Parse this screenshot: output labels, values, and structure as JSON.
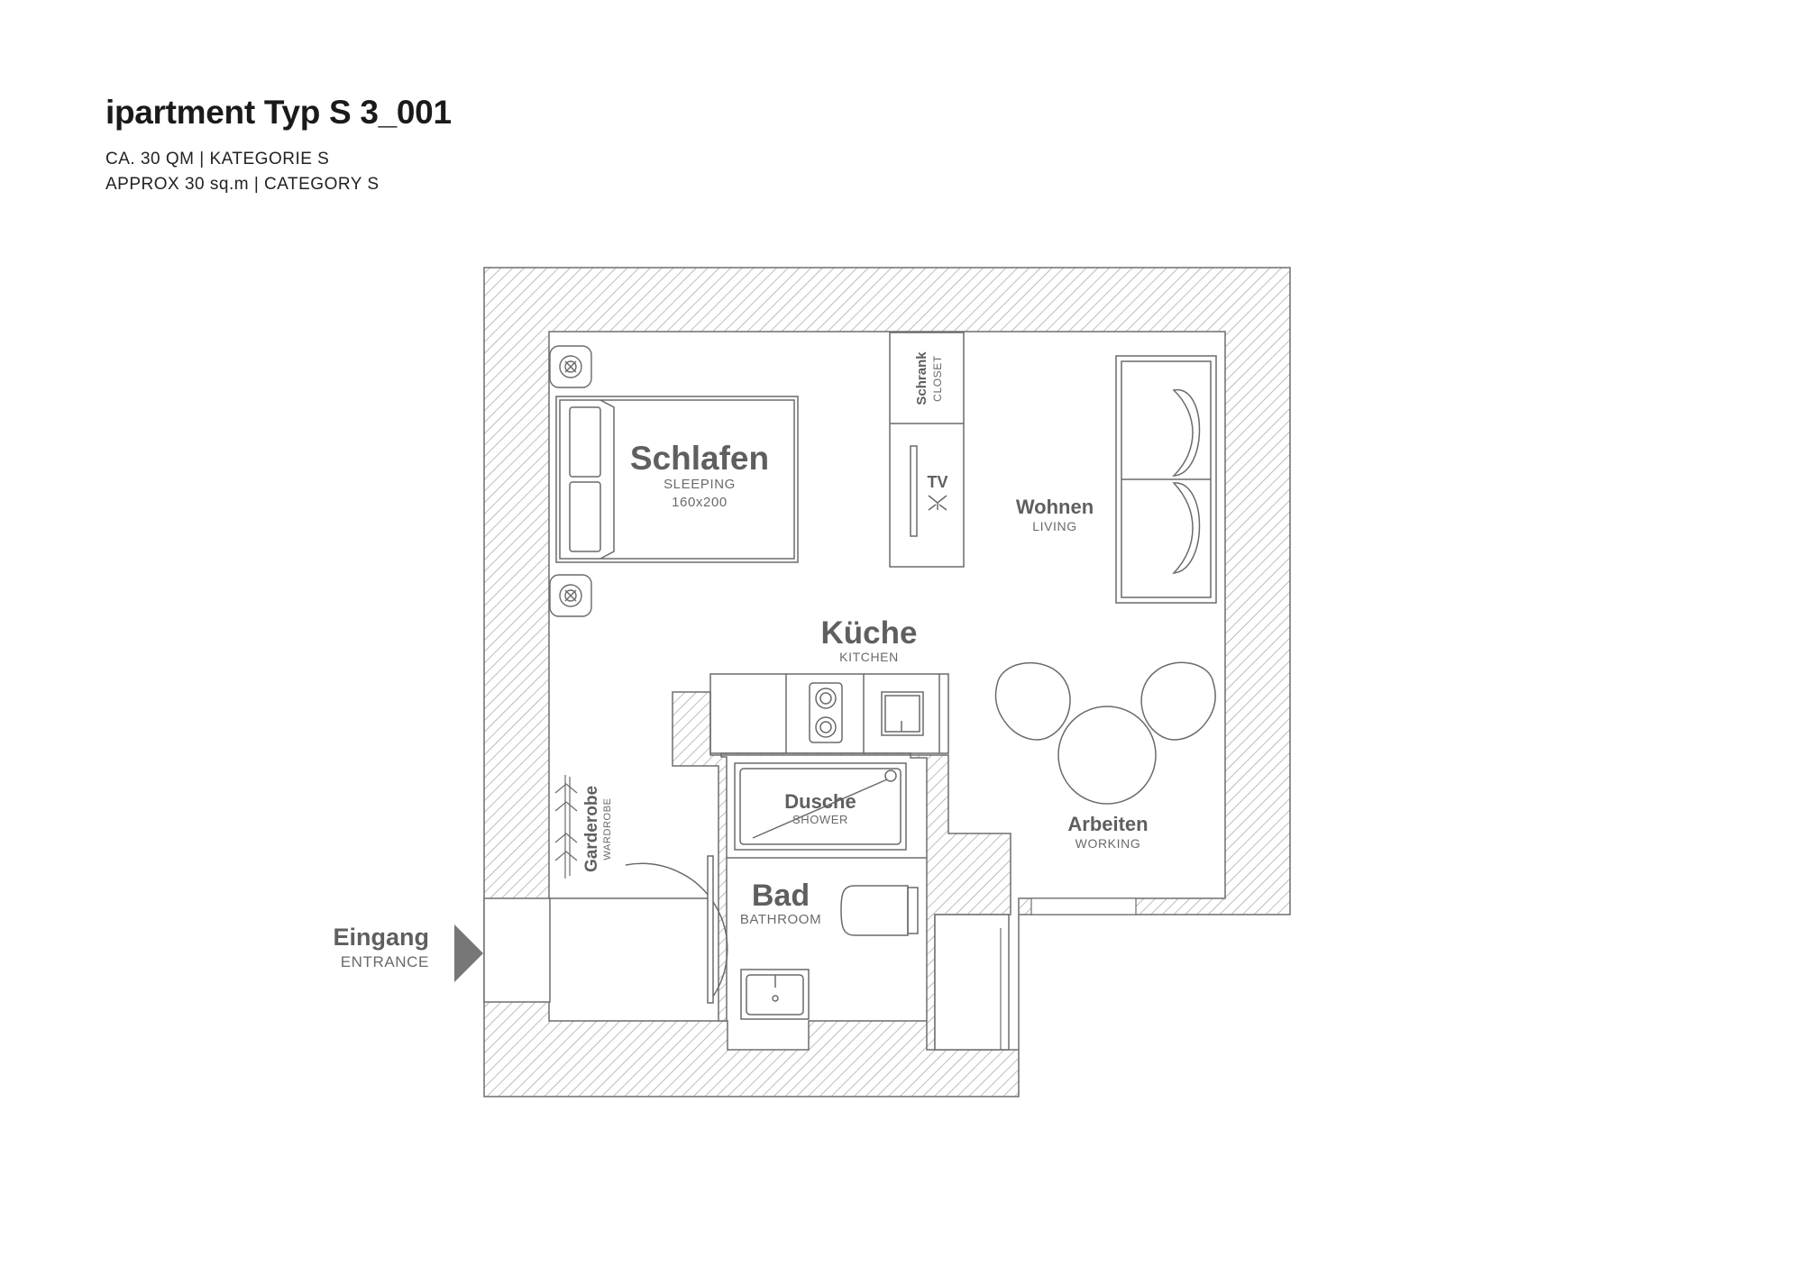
{
  "header": {
    "title": "ipartment Typ S 3_001",
    "line1": "CA. 30 QM | KATEGORIE S",
    "line2": "APPROX 30 sq.m | CATEGORY S"
  },
  "rooms": {
    "sleeping": {
      "name": "Schlafen",
      "en": "SLEEPING",
      "size": "160x200"
    },
    "closet": {
      "name": "Schrank",
      "en": "CLOSET"
    },
    "tv": {
      "name": "TV"
    },
    "living": {
      "name": "Wohnen",
      "en": "LIVING"
    },
    "kitchen": {
      "name": "Küche",
      "en": "KITCHEN"
    },
    "working": {
      "name": "Arbeiten",
      "en": "WORKING"
    },
    "shower": {
      "name": "Dusche",
      "en": "SHOWER"
    },
    "bathroom": {
      "name": "Bad",
      "en": "BATHROOM"
    },
    "wardrobe": {
      "name": "Garderobe",
      "en": "WARDROBE"
    }
  },
  "entrance": {
    "name": "Eingang",
    "en": "ENTRANCE"
  },
  "colors": {
    "wall_hatch": "#9a9a9a",
    "line": "#555555",
    "label_big": "#5f5f5f",
    "label_small": "#6a6a6a",
    "arrow": "#777777"
  }
}
